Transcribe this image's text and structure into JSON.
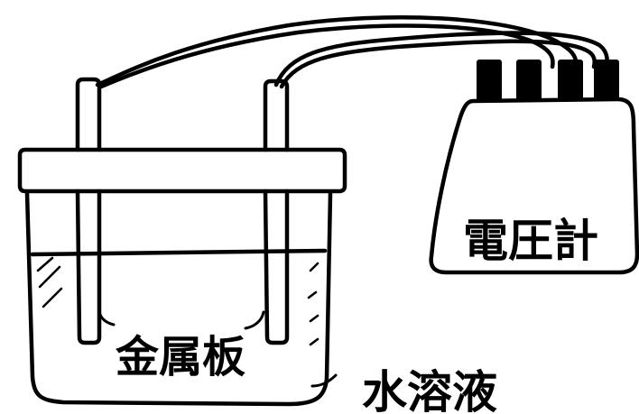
{
  "labels": {
    "metal_plate": "金属板",
    "solution": "水溶液",
    "voltmeter": "電圧計"
  },
  "colors": {
    "ink": "#000000",
    "background": "#ffffff"
  }
}
